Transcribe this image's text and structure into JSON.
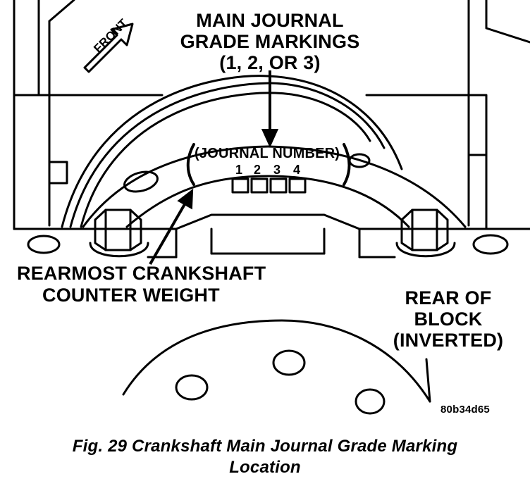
{
  "callouts": {
    "grade_markings": [
      "MAIN JOURNAL",
      "GRADE MARKINGS",
      "(1, 2, OR 3)"
    ],
    "counterweight": [
      "REARMOST CRANKSHAFT",
      "COUNTER WEIGHT"
    ],
    "rear_of_block": [
      "REAR OF",
      "BLOCK",
      "(INVERTED)"
    ],
    "front": "FRONT"
  },
  "cap_labels": {
    "journal_number": "(JOURNAL NUMBER)",
    "numbers": [
      "1",
      "2",
      "3",
      "4"
    ]
  },
  "figure_ref": "80b34d65",
  "caption": [
    "Fig. 29 Crankshaft Main Journal Grade Marking",
    "Location"
  ]
}
